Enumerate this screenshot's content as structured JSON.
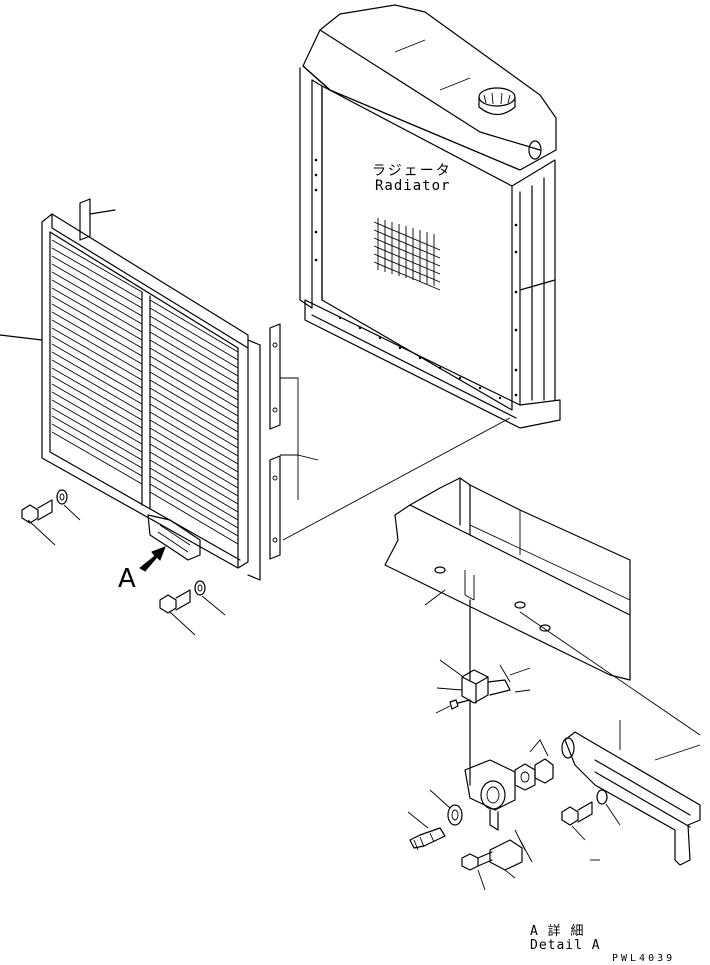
{
  "labels": {
    "radiator_jp": "ラジェータ",
    "radiator_en": "Radiator",
    "view_letter": "A",
    "detail_jp": "A 詳 細",
    "detail_en": "Detail A",
    "drawing_no": "PWL4039"
  },
  "colors": {
    "line": "#000000",
    "background": "#ffffff"
  }
}
